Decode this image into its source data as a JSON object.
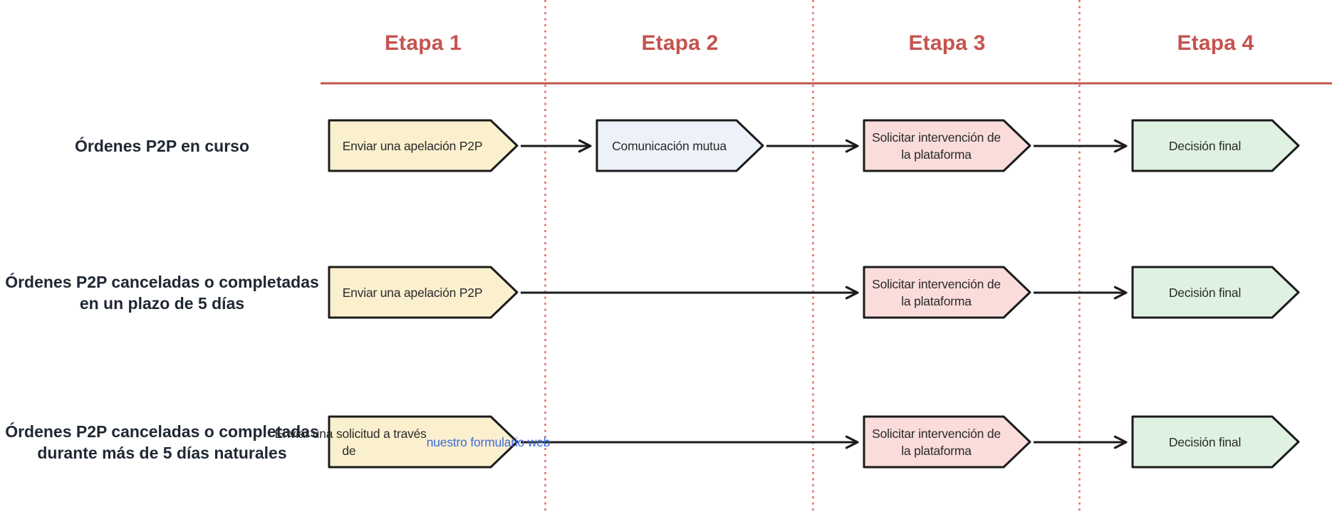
{
  "columns": [
    {
      "label": "Etapa 1"
    },
    {
      "label": "Etapa 2"
    },
    {
      "label": "Etapa 3"
    },
    {
      "label": "Etapa 4"
    }
  ],
  "rows": [
    {
      "label": "Órdenes P2P en curso",
      "steps": {
        "s1": {
          "text": "Enviar una apelación P2P"
        },
        "s2": {
          "text": "Comunicación mutua"
        },
        "s3": {
          "text": "Solicitar intervención de\nla plataforma"
        },
        "s4": {
          "text": "Decisión final"
        }
      }
    },
    {
      "label": "Órdenes P2P canceladas o completadas\nen un plazo de 5 días",
      "steps": {
        "s1": {
          "text": "Enviar una apelación P2P"
        },
        "s3": {
          "text": "Solicitar intervención de\nla plataforma"
        },
        "s4": {
          "text": "Decisión final"
        }
      }
    },
    {
      "label": "Órdenes P2P canceladas o completadas\ndurante más de 5 días naturales",
      "steps": {
        "s1": {
          "text_prefix": "Enviar una solicitud a través\nde ",
          "link_text": "nuestro formulario web"
        },
        "s3": {
          "text": "Solicitar intervención de\nla plataforma"
        },
        "s4": {
          "text": "Decisión final"
        }
      }
    }
  ],
  "colors": {
    "stage_header_text": "#c5534f",
    "divider_line": "#c5534f",
    "dotted_guide": "#e5736e",
    "step_appeal_fill": "#fbf0ce",
    "step_communication_fill": "#edf1fa",
    "step_platform_fill": "#fadcdb",
    "step_decision_fill": "#dff2e2",
    "box_border": "#1b1b1b",
    "arrow": "#1b1b1b",
    "link_text": "#3d6bdc",
    "row_label_text": "#1f2733"
  }
}
